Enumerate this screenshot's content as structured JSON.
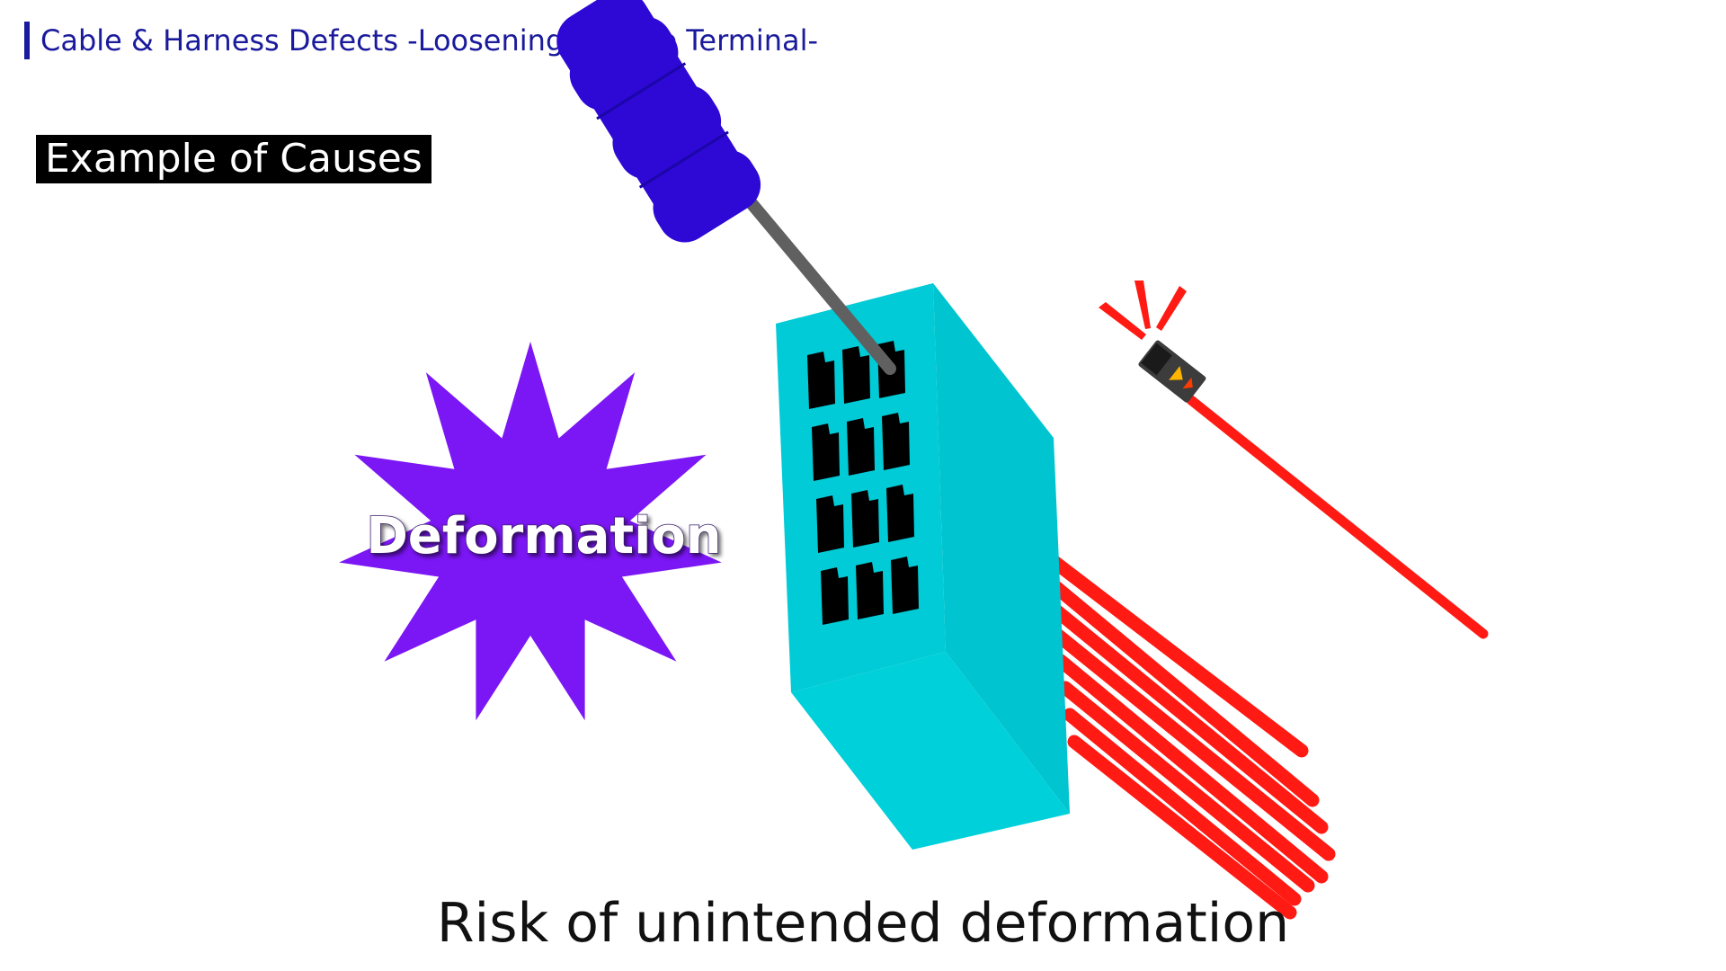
{
  "header": {
    "title": "Cable & Harness Defects -Loosening Female Terminal-",
    "color": "#1a1a9c"
  },
  "section_label": {
    "text": "Example of Causes",
    "bg": "#000000",
    "fg": "#ffffff"
  },
  "burst": {
    "label": "Deformation",
    "color": "#7b16f5"
  },
  "caption": {
    "text": "Risk of unintended deformation",
    "color": "#111111"
  },
  "colors": {
    "connector_front": "#00cbd6",
    "connector_side": "#00c4cf",
    "connector_bottom": "#00d0da",
    "cavity": "#000000",
    "wire": "#ff1a14",
    "tool_handle": "#2e08d4",
    "tool_shaft": "#606060",
    "terminal": "#3c3c3c",
    "spark": "#ff1a14"
  },
  "icons": {
    "tool": "screwdriver-icon",
    "terminal": "female-terminal-icon",
    "alert": "alert-spark-icon"
  }
}
